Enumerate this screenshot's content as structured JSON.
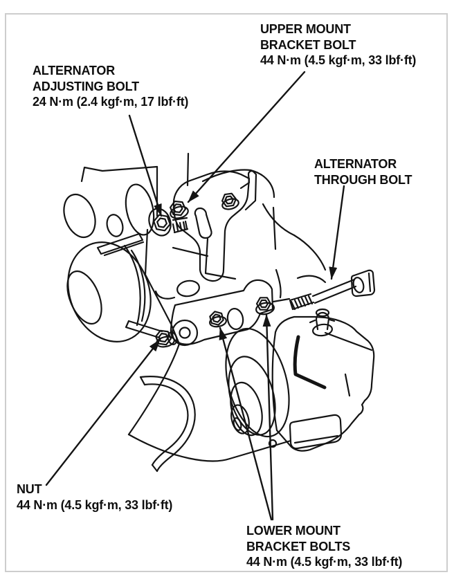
{
  "page": {
    "background": "#ffffff",
    "frame_border": "#cdcdcd",
    "ink": "#141414"
  },
  "labels": {
    "adjusting_bolt": {
      "l1": "ALTERNATOR",
      "l2": "ADJUSTING BOLT",
      "l3": "24 N·m (2.4 kgf·m, 17 lbf·ft)"
    },
    "upper_mount_bolt": {
      "l1": "UPPER MOUNT",
      "l2": "BRACKET BOLT",
      "l3": "44 N·m (4.5 kgf·m, 33 lbf·ft)"
    },
    "through_bolt": {
      "l1": "ALTERNATOR",
      "l2": "THROUGH BOLT"
    },
    "nut": {
      "l1": "NUT",
      "l2": "44 N·m (4.5 kgf·m, 33 lbf·ft)"
    },
    "lower_mount_bolts": {
      "l1": "LOWER MOUNT",
      "l2": "BRACKET BOLTS",
      "l3": "44 N·m (4.5 kgf·m, 33 lbf·ft)"
    }
  }
}
